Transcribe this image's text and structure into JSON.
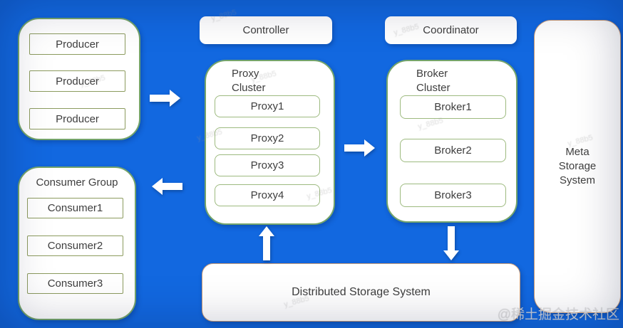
{
  "colors": {
    "background": "#1268E0",
    "cluster_border_green": "#74A46B",
    "inner_box_border_olive": "#8C9B5E",
    "inner_box_border_light_green": "#9DBA7F",
    "storage_border_tan": "#C99B77",
    "text": "#3E3E3E",
    "arrow_fill": "#FFFFFF"
  },
  "controller": {
    "label": "Controller"
  },
  "coordinator": {
    "label": "Coordinator"
  },
  "producer_group": {
    "items": [
      "Producer",
      "Producer",
      "Producer"
    ]
  },
  "consumer_group": {
    "title": "Consumer Group",
    "items": [
      "Consumer1",
      "Consumer2",
      "Consumer3"
    ]
  },
  "proxy_cluster": {
    "title": "Proxy Cluster",
    "items": [
      "Proxy1",
      "Proxy2",
      "Proxy3",
      "Proxy4"
    ]
  },
  "broker_cluster": {
    "title": "Broker Cluster",
    "items": [
      "Broker1",
      "Broker2",
      "Broker3"
    ]
  },
  "meta_storage": {
    "label": "Meta Storage System"
  },
  "distributed_storage": {
    "label": "Distributed Storage System"
  },
  "arrows": {
    "producer_to_proxy": "right",
    "proxy_to_consumer_group": "left",
    "proxy_to_broker": "right",
    "distributed_storage_to_proxy": "up",
    "broker_to_distributed_storage": "down"
  },
  "watermarks": {
    "tile": "y_88b5",
    "community": "@稀土掘金技术社区"
  }
}
